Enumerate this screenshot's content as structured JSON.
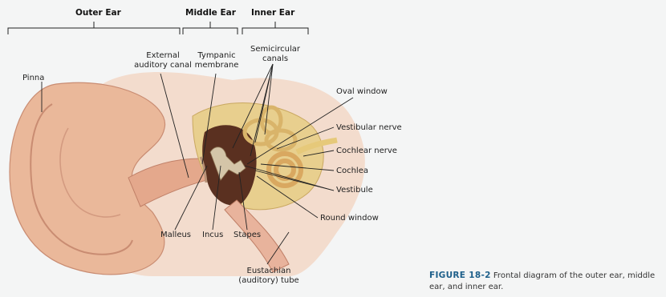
{
  "regions": {
    "outer": "Outer Ear",
    "middle": "Middle Ear",
    "inner": "Inner Ear"
  },
  "labels": {
    "pinna": "Pinna",
    "external_canal": [
      "External",
      "auditory canal"
    ],
    "tympanic": [
      "Tympanic",
      "membrane"
    ],
    "semicircular": [
      "Semicircular",
      "canals"
    ],
    "oval_window": "Oval window",
    "vestibular_nerve": "Vestibular nerve",
    "cochlear_nerve": "Cochlear nerve",
    "cochlea": "Cochlea",
    "vestibule": "Vestibule",
    "round_window": "Round window",
    "malleus": "Malleus",
    "incus": "Incus",
    "stapes": "Stapes",
    "eustachian": [
      "Eustachian",
      "(auditory) tube"
    ]
  },
  "caption": {
    "figure": "FIGURE 18-2",
    "text": "Frontal diagram of the outer ear, middle ear, and inner ear."
  },
  "colors": {
    "skin": "#f0c4a8",
    "bone": "#e8cf8e",
    "cavity": "#5a3020",
    "caption_accent": "#1d5f8a"
  }
}
